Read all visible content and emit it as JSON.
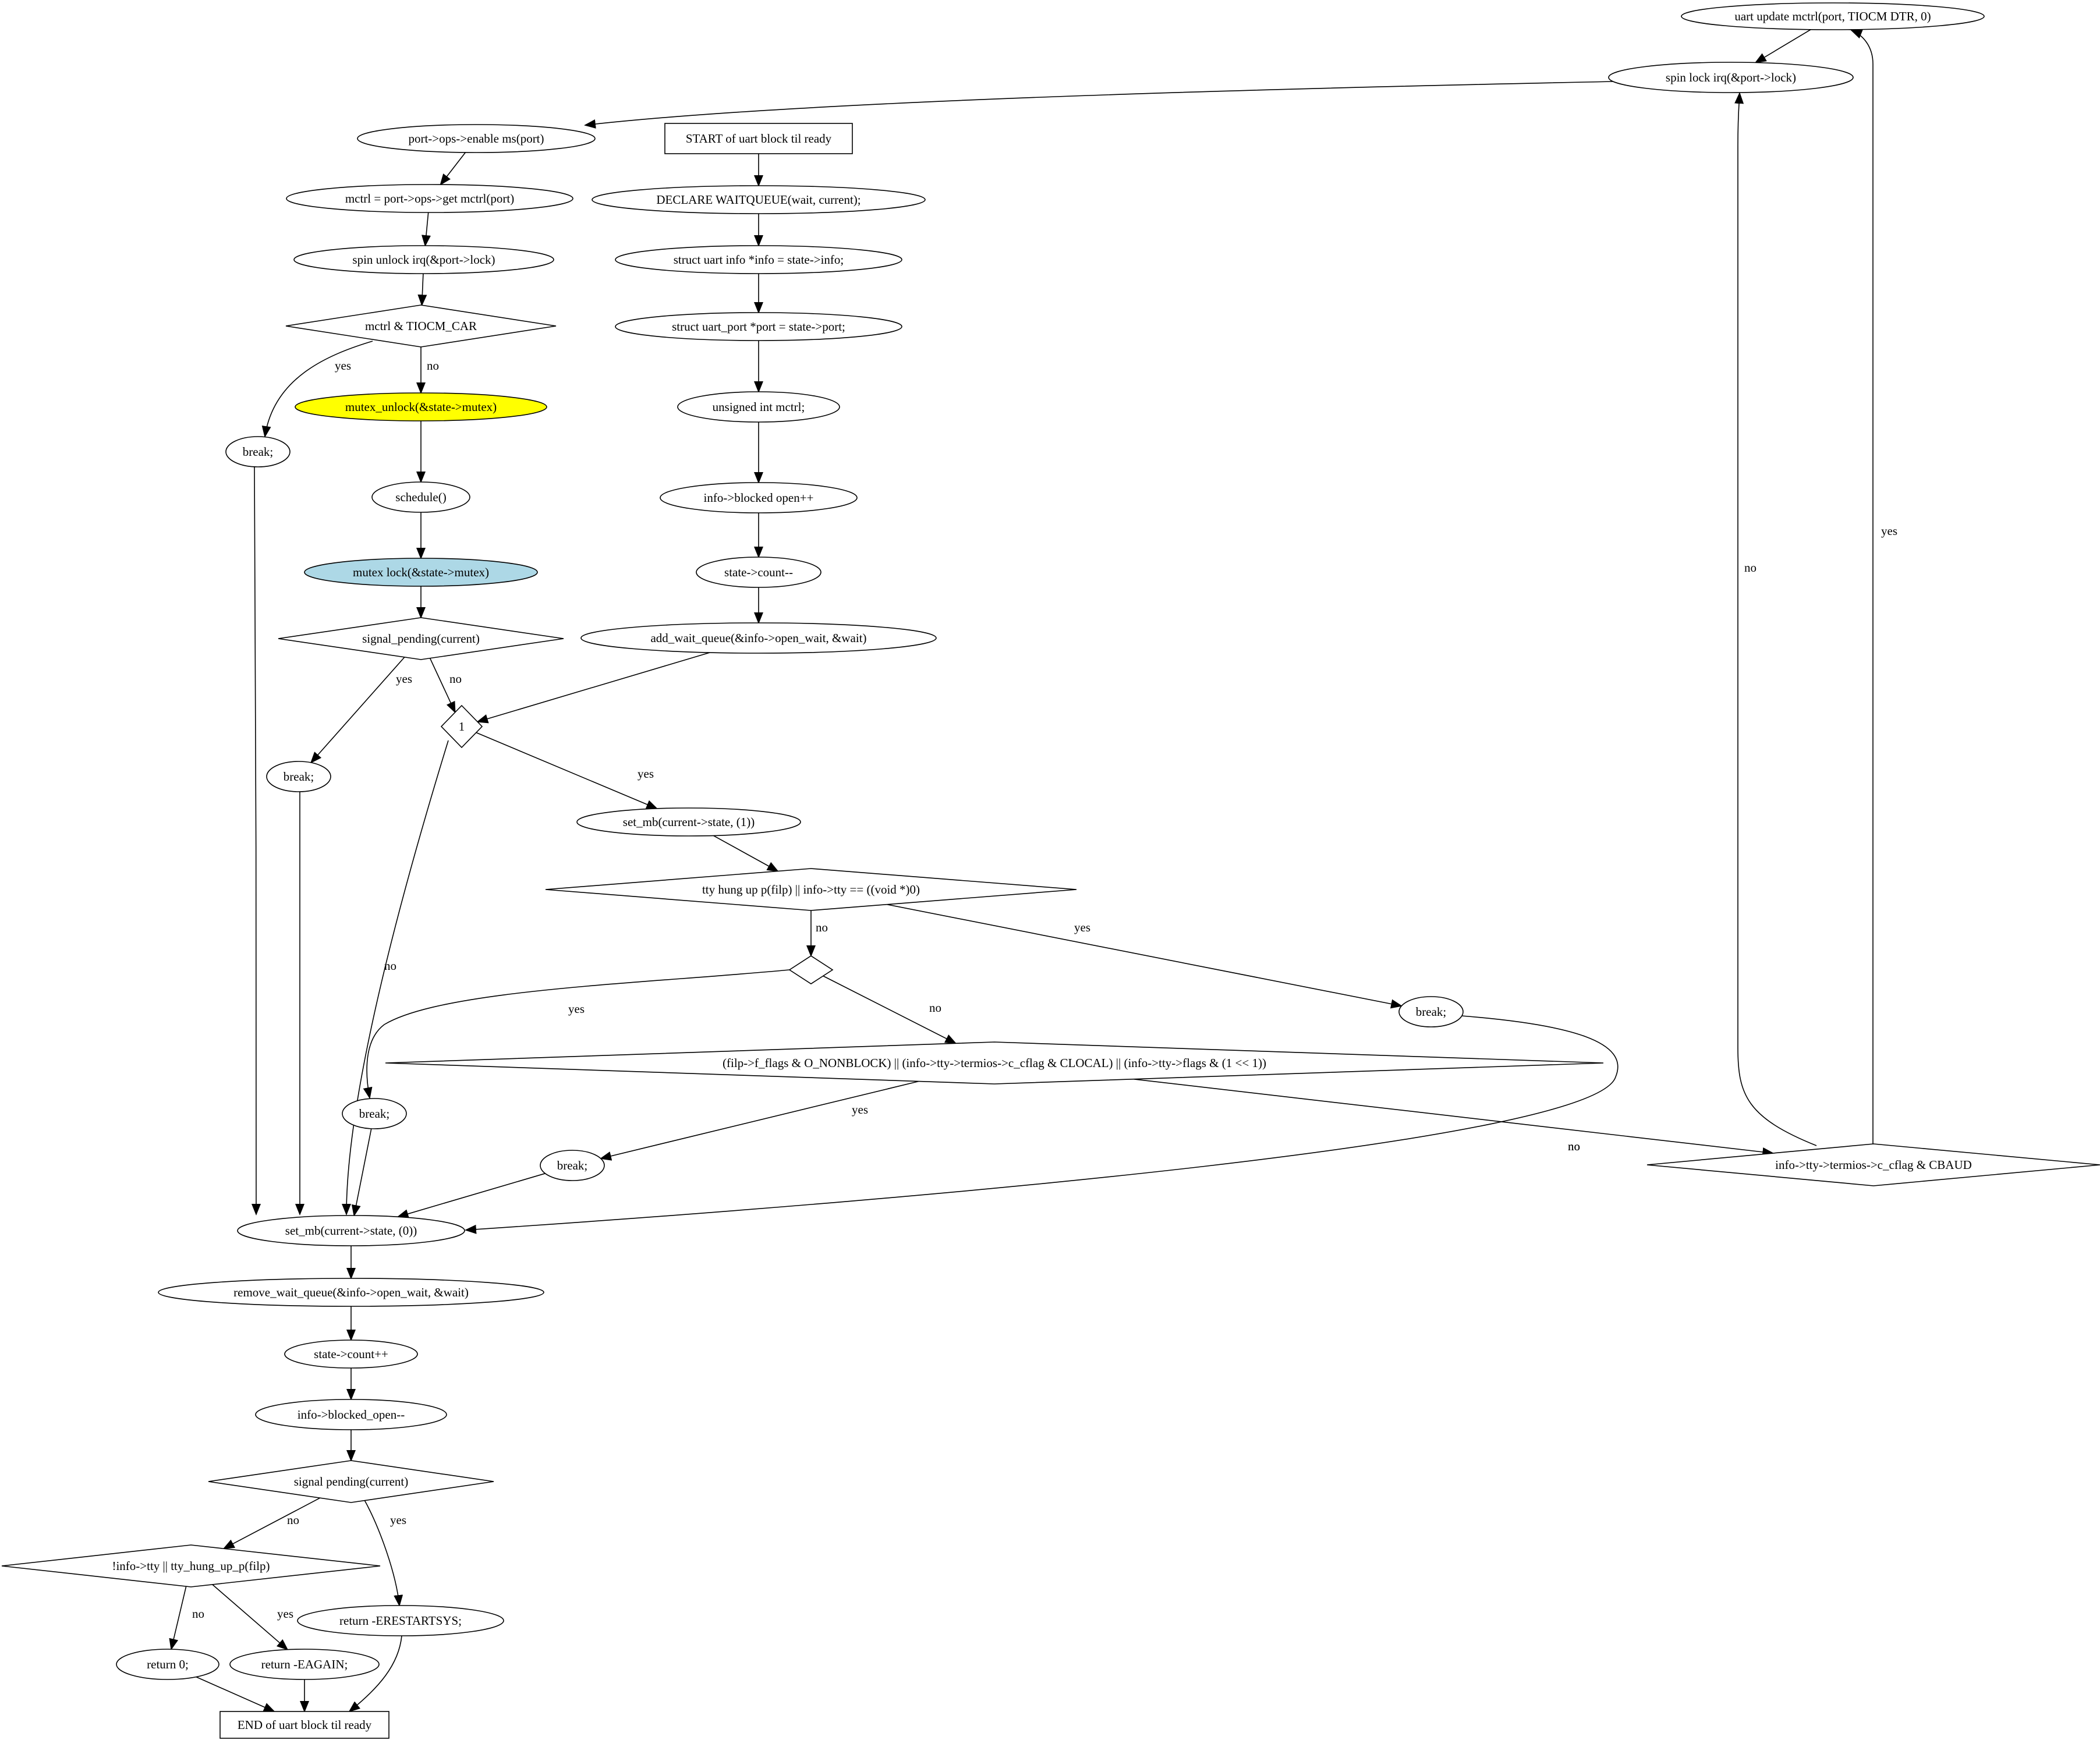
{
  "nodes": [
    {
      "id": "start",
      "shape": "box",
      "label": "START of uart  block  til  ready"
    },
    {
      "id": "n_declare",
      "shape": "ellipse",
      "label": "DECLARE  WAITQUEUE(wait, current);"
    },
    {
      "id": "n_info",
      "shape": "ellipse",
      "label": "struct uart  info *info = state->info;"
    },
    {
      "id": "n_port",
      "shape": "ellipse",
      "label": "struct uart_port *port = state->port;"
    },
    {
      "id": "n_mctrl_decl",
      "shape": "ellipse",
      "label": "unsigned int mctrl;"
    },
    {
      "id": "n_blocked_inc",
      "shape": "ellipse",
      "label": "info->blocked  open++"
    },
    {
      "id": "n_count_dec",
      "shape": "ellipse",
      "label": "state->count--"
    },
    {
      "id": "n_addwait",
      "shape": "ellipse",
      "label": "add_wait_queue(&info->open_wait, &wait)"
    },
    {
      "id": "d_loop",
      "shape": "diamond",
      "label": "1"
    },
    {
      "id": "n_setmb1",
      "shape": "ellipse",
      "label": "set_mb(current->state, (1))"
    },
    {
      "id": "d_hungup",
      "shape": "diamond",
      "label": "tty  hung  up  p(filp) || info->tty == ((void *)0)"
    },
    {
      "id": "d_empty",
      "shape": "diamond",
      "label": ""
    },
    {
      "id": "n_break_hung",
      "shape": "ellipse",
      "label": "break;"
    },
    {
      "id": "d_nonblock",
      "shape": "diamond",
      "label": "(filp->f_flags & O_NONBLOCK) || (info->tty->termios->c_cflag & CLOCAL) || (info->tty->flags & (1 << 1))"
    },
    {
      "id": "n_break_nb",
      "shape": "ellipse",
      "label": "break;"
    },
    {
      "id": "n_break_empty",
      "shape": "ellipse",
      "label": "break;"
    },
    {
      "id": "d_cbaud",
      "shape": "diamond",
      "label": "info->tty->termios->c_cflag & CBAUD"
    },
    {
      "id": "n_update",
      "shape": "ellipse",
      "label": "uart  update  mctrl(port, TIOCM  DTR, 0)"
    },
    {
      "id": "n_spinlock",
      "shape": "ellipse",
      "label": "spin  lock  irq(&port->lock)"
    },
    {
      "id": "n_enable",
      "shape": "ellipse",
      "label": "port->ops->enable  ms(port)"
    },
    {
      "id": "n_getmctrl",
      "shape": "ellipse",
      "label": "mctrl = port->ops->get  mctrl(port)"
    },
    {
      "id": "n_spinunlock",
      "shape": "ellipse",
      "label": "spin  unlock  irq(&port->lock)"
    },
    {
      "id": "d_car",
      "shape": "diamond",
      "label": "mctrl & TIOCM_CAR"
    },
    {
      "id": "n_break_car",
      "shape": "ellipse",
      "label": "break;"
    },
    {
      "id": "n_unlock",
      "shape": "ellipse",
      "label": "mutex_unlock(&state->mutex)",
      "fill": "#ffff00"
    },
    {
      "id": "n_schedule",
      "shape": "ellipse",
      "label": "schedule()"
    },
    {
      "id": "n_lock",
      "shape": "ellipse",
      "label": "mutex  lock(&state->mutex)",
      "fill": "#add8e6"
    },
    {
      "id": "d_sigpend1",
      "shape": "diamond",
      "label": "signal_pending(current)"
    },
    {
      "id": "n_break_sig",
      "shape": "ellipse",
      "label": "break;"
    },
    {
      "id": "n_setmb0",
      "shape": "ellipse",
      "label": "set_mb(current->state, (0))"
    },
    {
      "id": "n_removewait",
      "shape": "ellipse",
      "label": "remove_wait_queue(&info->open_wait, &wait)"
    },
    {
      "id": "n_count_inc",
      "shape": "ellipse",
      "label": "state->count++"
    },
    {
      "id": "n_blocked_dec",
      "shape": "ellipse",
      "label": "info->blocked_open--"
    },
    {
      "id": "d_sigpend2",
      "shape": "diamond",
      "label": "signal  pending(current)"
    },
    {
      "id": "d_notty",
      "shape": "diamond",
      "label": "!info->tty || tty_hung_up_p(filp)"
    },
    {
      "id": "n_erestart",
      "shape": "ellipse",
      "label": "return -ERESTARTSYS;"
    },
    {
      "id": "n_ret0",
      "shape": "ellipse",
      "label": "return 0;"
    },
    {
      "id": "n_eagain",
      "shape": "ellipse",
      "label": "return -EAGAIN;"
    },
    {
      "id": "end",
      "shape": "box",
      "label": "END of uart  block  til  ready"
    }
  ],
  "edges": [
    {
      "from": "start",
      "to": "n_declare",
      "label": ""
    },
    {
      "from": "n_declare",
      "to": "n_info",
      "label": ""
    },
    {
      "from": "n_info",
      "to": "n_port",
      "label": ""
    },
    {
      "from": "n_port",
      "to": "n_mctrl_decl",
      "label": ""
    },
    {
      "from": "n_mctrl_decl",
      "to": "n_blocked_inc",
      "label": ""
    },
    {
      "from": "n_blocked_inc",
      "to": "n_count_dec",
      "label": ""
    },
    {
      "from": "n_count_dec",
      "to": "n_addwait",
      "label": ""
    },
    {
      "from": "n_addwait",
      "to": "d_loop",
      "label": ""
    },
    {
      "from": "d_loop",
      "to": "n_setmb1",
      "label": "yes"
    },
    {
      "from": "d_loop",
      "to": "n_setmb0",
      "label": "no"
    },
    {
      "from": "n_setmb1",
      "to": "d_hungup",
      "label": ""
    },
    {
      "from": "d_hungup",
      "to": "d_empty",
      "label": "no"
    },
    {
      "from": "d_hungup",
      "to": "n_break_hung",
      "label": "yes"
    },
    {
      "from": "d_empty",
      "to": "n_break_empty",
      "label": "yes"
    },
    {
      "from": "d_empty",
      "to": "d_nonblock",
      "label": "no"
    },
    {
      "from": "d_nonblock",
      "to": "n_break_nb",
      "label": "yes"
    },
    {
      "from": "d_nonblock",
      "to": "d_cbaud",
      "label": "no"
    },
    {
      "from": "d_cbaud",
      "to": "n_update",
      "label": "yes"
    },
    {
      "from": "d_cbaud",
      "to": "n_spinlock",
      "label": "no"
    },
    {
      "from": "n_update",
      "to": "n_spinlock",
      "label": ""
    },
    {
      "from": "n_spinlock",
      "to": "n_enable",
      "label": ""
    },
    {
      "from": "n_enable",
      "to": "n_getmctrl",
      "label": ""
    },
    {
      "from": "n_getmctrl",
      "to": "n_spinunlock",
      "label": ""
    },
    {
      "from": "n_spinunlock",
      "to": "d_car",
      "label": ""
    },
    {
      "from": "d_car",
      "to": "n_break_car",
      "label": "yes"
    },
    {
      "from": "d_car",
      "to": "n_unlock",
      "label": "no"
    },
    {
      "from": "n_unlock",
      "to": "n_schedule",
      "label": ""
    },
    {
      "from": "n_schedule",
      "to": "n_lock",
      "label": ""
    },
    {
      "from": "n_lock",
      "to": "d_sigpend1",
      "label": ""
    },
    {
      "from": "d_sigpend1",
      "to": "n_break_sig",
      "label": "yes"
    },
    {
      "from": "d_sigpend1",
      "to": "d_loop",
      "label": "no"
    },
    {
      "from": "n_break_car",
      "to": "n_setmb0",
      "label": ""
    },
    {
      "from": "n_break_sig",
      "to": "n_setmb0",
      "label": ""
    },
    {
      "from": "n_break_empty",
      "to": "n_setmb0",
      "label": ""
    },
    {
      "from": "n_break_nb",
      "to": "n_setmb0",
      "label": ""
    },
    {
      "from": "n_break_hung",
      "to": "n_setmb0",
      "label": "no"
    },
    {
      "from": "n_setmb0",
      "to": "n_removewait",
      "label": ""
    },
    {
      "from": "n_removewait",
      "to": "n_count_inc",
      "label": ""
    },
    {
      "from": "n_count_inc",
      "to": "n_blocked_dec",
      "label": ""
    },
    {
      "from": "n_blocked_dec",
      "to": "d_sigpend2",
      "label": ""
    },
    {
      "from": "d_sigpend2",
      "to": "d_notty",
      "label": "no"
    },
    {
      "from": "d_sigpend2",
      "to": "n_erestart",
      "label": "yes"
    },
    {
      "from": "d_notty",
      "to": "n_ret0",
      "label": "no"
    },
    {
      "from": "d_notty",
      "to": "n_eagain",
      "label": "yes"
    },
    {
      "from": "n_ret0",
      "to": "end",
      "label": ""
    },
    {
      "from": "n_eagain",
      "to": "end",
      "label": ""
    },
    {
      "from": "n_erestart",
      "to": "end",
      "label": ""
    }
  ]
}
